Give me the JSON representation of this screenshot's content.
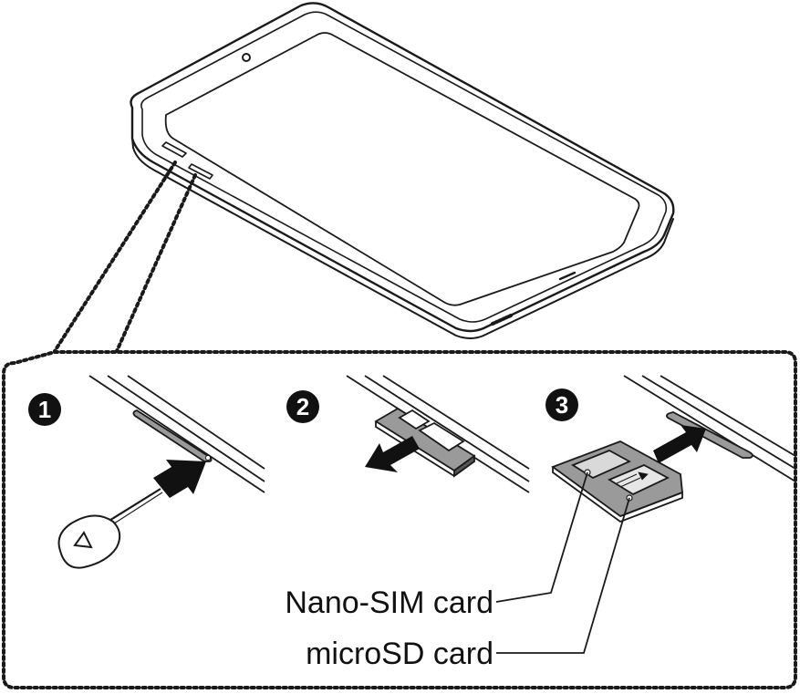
{
  "steps": [
    {
      "number": "1"
    },
    {
      "number": "2"
    },
    {
      "number": "3"
    }
  ],
  "callouts": {
    "nano_sim": "Nano-SIM card",
    "microsd": "microSD card"
  },
  "colors": {
    "line": "#1a1a1a",
    "tray_fill": "#9a9a9a",
    "tray_dark": "#555555",
    "arrow": "#111111",
    "background": "#ffffff"
  },
  "icons": [
    "tablet-icon",
    "ejection-pin-icon",
    "sim-tray-icon",
    "push-arrow-icon",
    "pull-arrow-icon"
  ]
}
